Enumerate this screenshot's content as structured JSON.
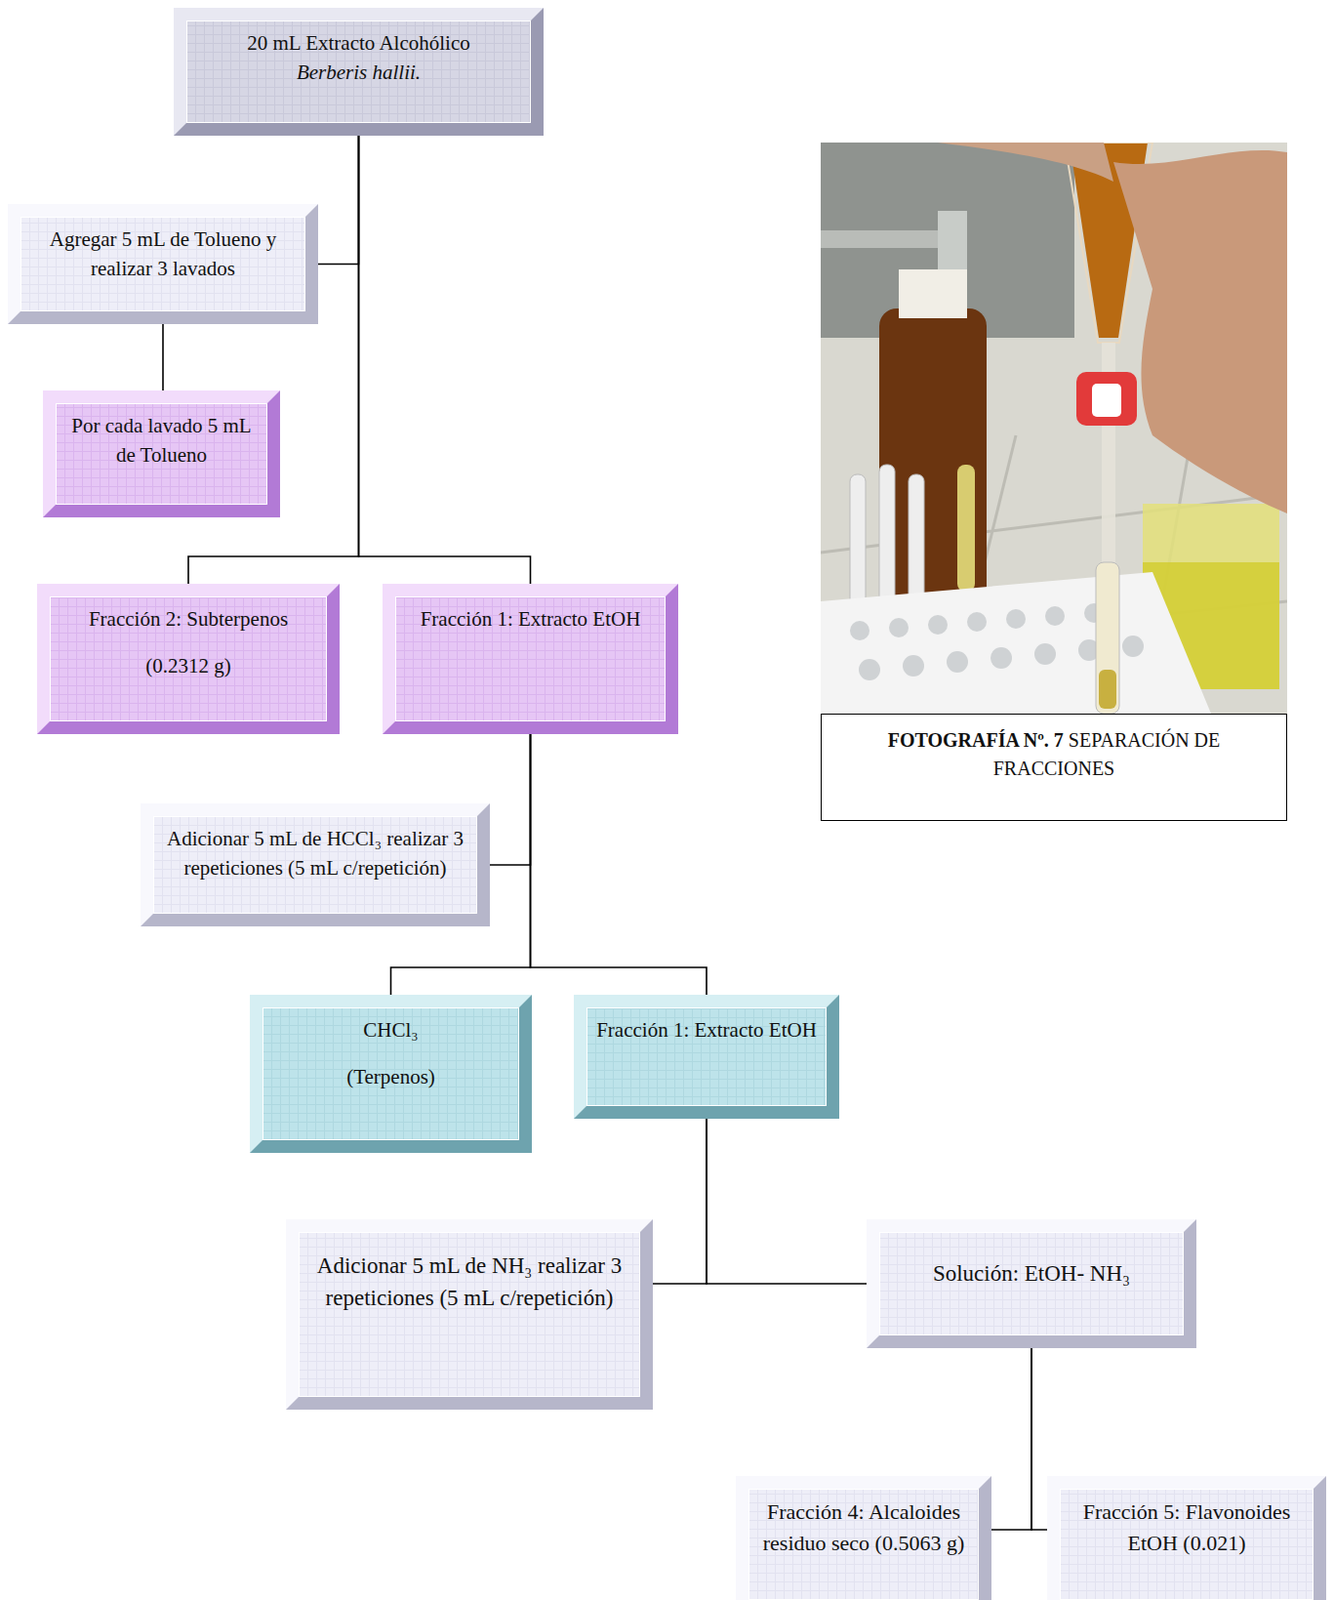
{
  "diagram": {
    "nodes": [
      {
        "text": [
          "20 mL Extracto Alcohólico",
          "Berberis hallii."
        ]
      },
      {
        "text": [
          "Agregar 5 mL de Tolueno y realizar 3 lavados"
        ]
      },
      {
        "text": [
          "Por cada lavado 5 mL de Tolueno"
        ]
      },
      {
        "text": [
          "Fracción 2: Subterpenos",
          "(0.2312 g)"
        ]
      },
      {
        "text": [
          "Fracción 1: Extracto EtOH"
        ]
      },
      {
        "text": [
          "Adicionar 5 mL de HCCl₃ realizar 3 repeticiones (5 mL c/repetición)"
        ]
      },
      {
        "text": [
          "CHCl₃",
          "(Terpenos)"
        ]
      },
      {
        "text": [
          "Fracción 1: Extracto EtOH"
        ]
      },
      {
        "text": [
          "Adicionar 5 mL de NH₃ realizar 3 repeticiones (5 mL c/repetición)"
        ]
      },
      {
        "text": [
          "Solución: EtOH- NH₃"
        ]
      },
      {
        "text": [
          "Fracción 4: Alcaloides residuo seco (0.5063 g)"
        ]
      },
      {
        "text": [
          "Fracción 5: Flavonoides EtOH (0.021)"
        ]
      },
      {
        "text": [
          "FOTOGRAFÍA Nº. 7",
          "SEPARACIÓN DE FRACCIONES"
        ]
      }
    ],
    "edges": [
      {
        "from": 0,
        "to": 1,
        "arrow": "none"
      },
      {
        "from": 1,
        "to": 2,
        "arrow": "none"
      },
      {
        "from": 0,
        "to": 3,
        "arrow": "none"
      },
      {
        "from": 0,
        "to": 4,
        "arrow": "none"
      },
      {
        "from": 4,
        "to": 5,
        "arrow": "none"
      },
      {
        "from": 4,
        "to": 6,
        "arrow": "none"
      },
      {
        "from": 4,
        "to": 7,
        "arrow": "none"
      },
      {
        "from": 7,
        "to": 8,
        "arrow": "none"
      },
      {
        "from": 7,
        "to": 9,
        "arrow": "none"
      },
      {
        "from": 9,
        "to": 10,
        "arrow": "none"
      },
      {
        "from": 9,
        "to": 11,
        "arrow": "none"
      }
    ]
  }
}
